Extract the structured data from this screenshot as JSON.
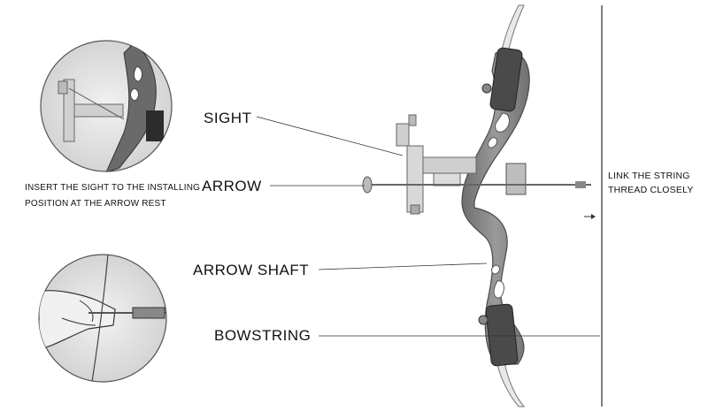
{
  "labels": {
    "sight": "SIGHT",
    "arrow": "ARROW",
    "arrow_shaft": "ARROW SHAFT",
    "bowstring": "BOWSTRING",
    "insert_line1": "INSERT THE SIGHT TO THE INSTALLING",
    "insert_line2": "POSITION AT THE ARROW REST",
    "link_line1": "LINK THE  STRING",
    "link_line2": "THREAD CLOSELY"
  },
  "colors": {
    "riser": "#8f8f8f",
    "riser_dark": "#5a5a5a",
    "limb": "#e6e6e6",
    "line": "#333333"
  }
}
